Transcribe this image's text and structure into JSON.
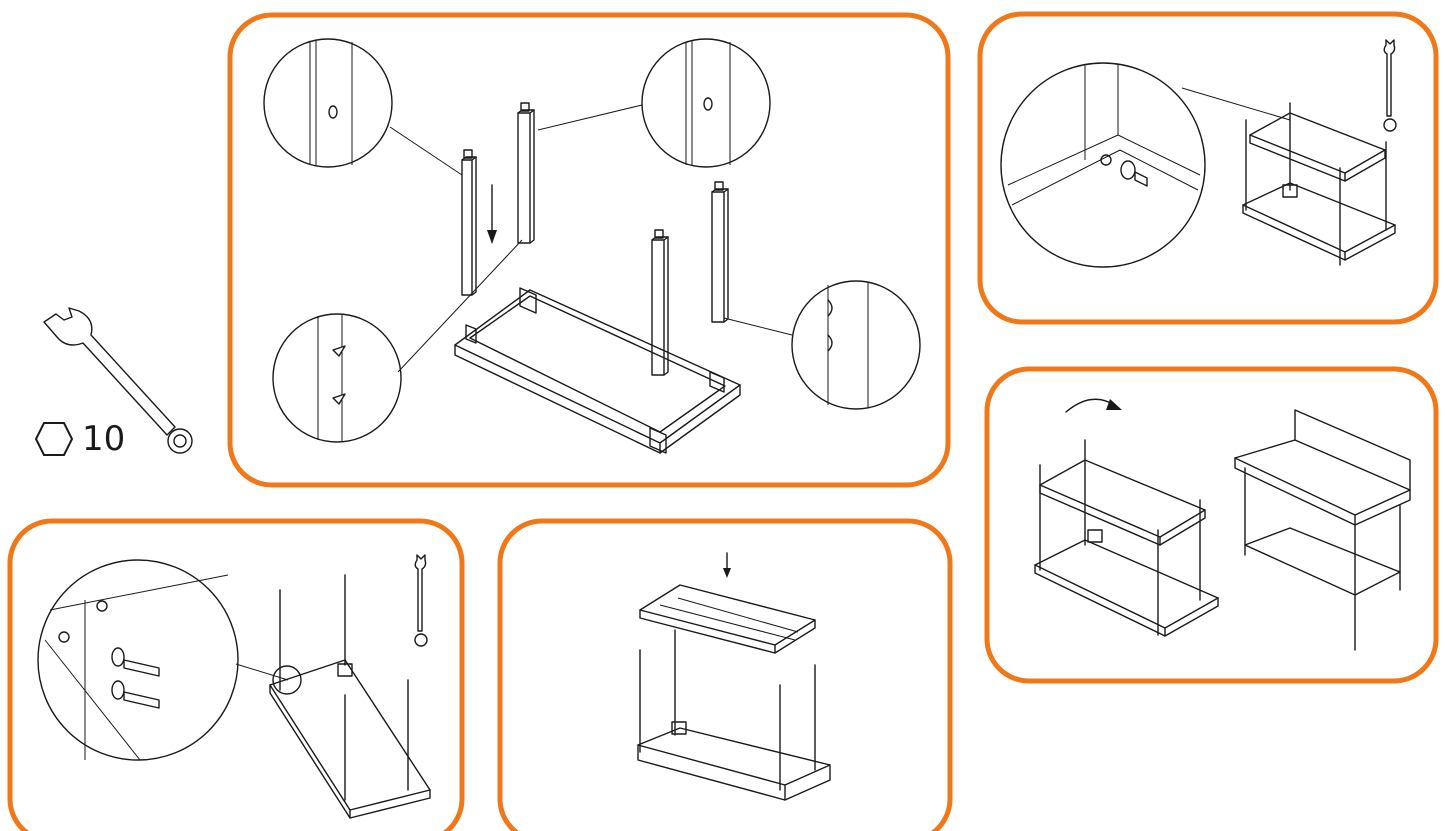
{
  "theme": {
    "panel_border_color": "#f07818",
    "line_color": "#1a1a1a",
    "background": "#ffffff"
  },
  "tools": {
    "wrench_icon": "wrench-icon",
    "hex_icon": "hexagon-icon",
    "wrench_size_label": "10"
  },
  "steps": [
    {
      "id": "step-1",
      "icons": [
        "table-frame",
        "leg",
        "magnifier-circle",
        "down-arrow-icon"
      ]
    },
    {
      "id": "step-2",
      "icons": [
        "table-frame",
        "bolt",
        "washer",
        "magnifier-circle",
        "wrench-icon"
      ]
    },
    {
      "id": "step-3",
      "icons": [
        "undershelf",
        "legs",
        "down-arrow-icon"
      ]
    },
    {
      "id": "step-4",
      "icons": [
        "table-frame",
        "bolt",
        "magnifier-circle",
        "wrench-icon"
      ]
    },
    {
      "id": "step-5",
      "icons": [
        "curved-rotate-arrow-icon",
        "finished-table"
      ]
    }
  ]
}
